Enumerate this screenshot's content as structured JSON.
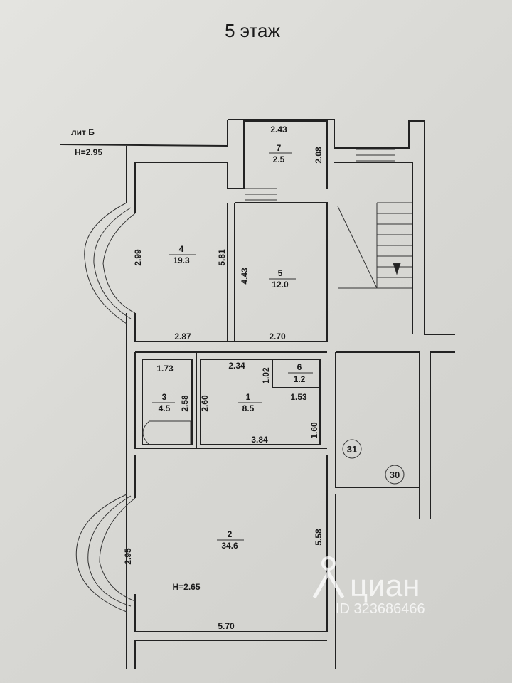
{
  "title": "5 этаж",
  "header": {
    "lit": "лит Б",
    "height": "Н=2.95"
  },
  "rooms": {
    "r7": {
      "num": "7",
      "area": "2.5",
      "dim_top": "2.43",
      "dim_side": "2.08"
    },
    "r4": {
      "num": "4",
      "area": "19.3",
      "dim_left": "2.99",
      "dim_right": "5.81",
      "dim_bottom": "2.87"
    },
    "r5": {
      "num": "5",
      "area": "12.0",
      "dim_left": "4.43",
      "dim_bottom": "2.70"
    },
    "r3": {
      "num": "3",
      "area": "4.5",
      "dim_top": "1.73",
      "dim_side": "2.58"
    },
    "r1": {
      "num": "1",
      "area": "8.5",
      "dim_top": "2.34",
      "dim_side": "2.60",
      "dim_bottom": "3.84"
    },
    "r6": {
      "num": "6",
      "area": "1.2",
      "dim_side": "1.02",
      "dim_bottom": "1.53",
      "dim_door": "1.60"
    },
    "r2": {
      "num": "2",
      "area": "34.6",
      "dim_left": "2.95",
      "dim_right": "5.58",
      "dim_bottom": "5.70",
      "height": "Н=2.65"
    }
  },
  "markers": {
    "m31": "31",
    "m30": "30"
  },
  "watermark": {
    "brand": "циан",
    "id": "ID 323686466"
  }
}
